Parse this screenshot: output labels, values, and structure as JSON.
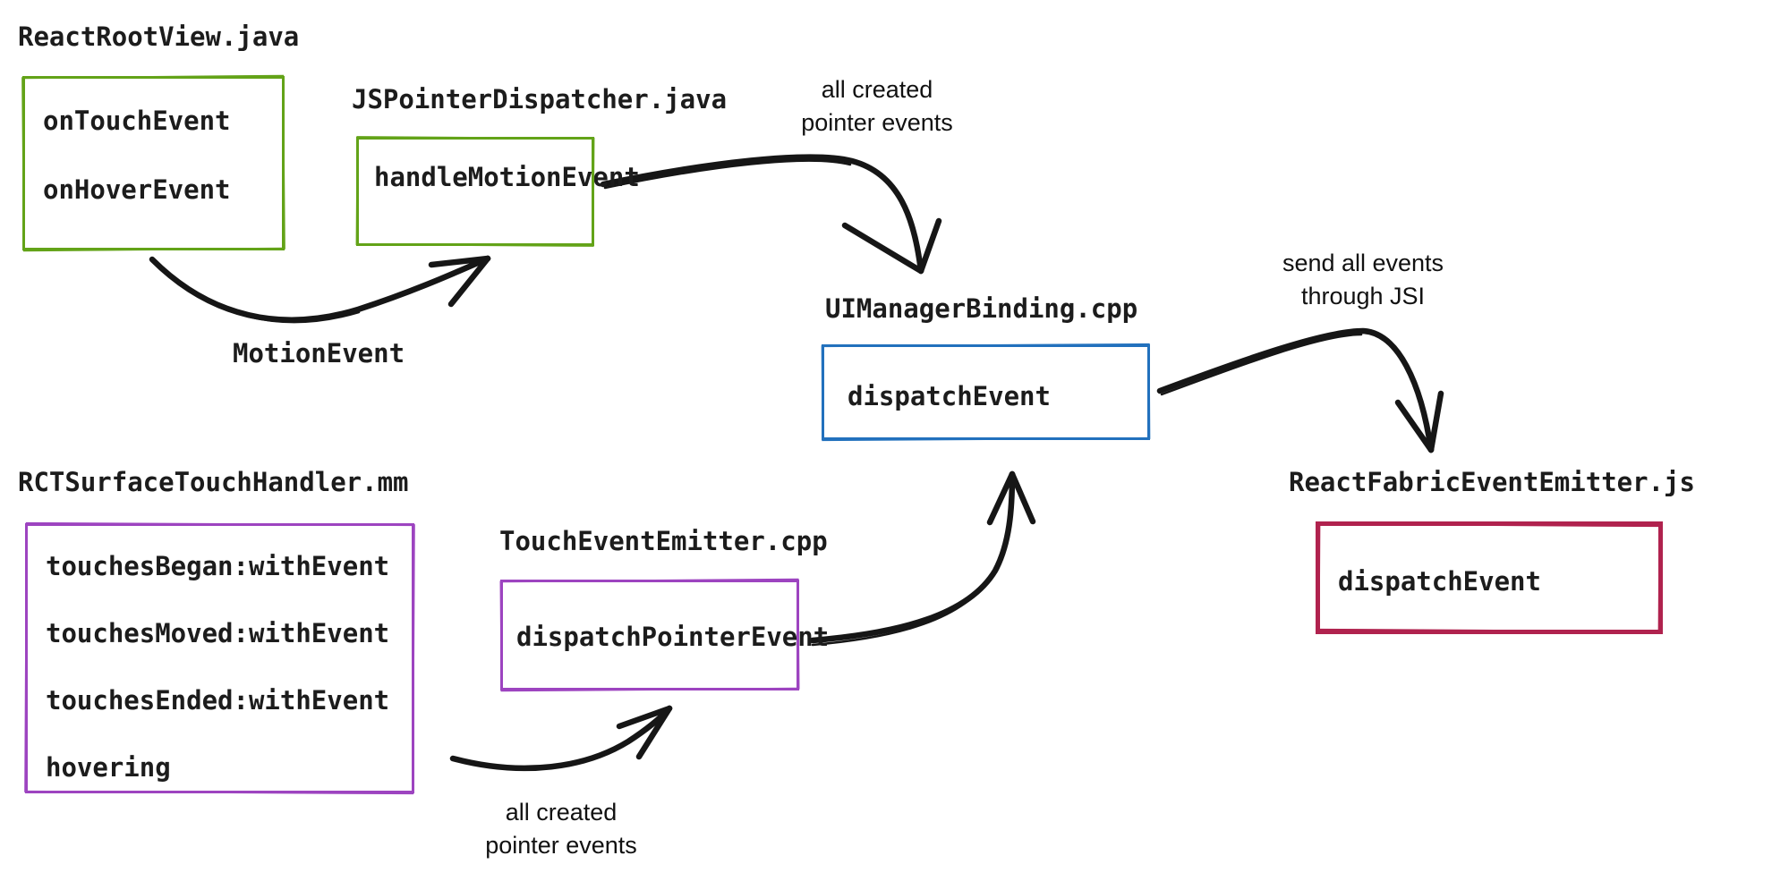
{
  "colors": {
    "green": "#63a318",
    "blue": "#2271bd",
    "purple": "#9d44c0",
    "red": "#b0224e",
    "ink": "#161616"
  },
  "nodes": {
    "reactRootView": {
      "title": "ReactRootView.java",
      "methods": [
        "onTouchEvent",
        "onHoverEvent"
      ]
    },
    "jsPointerDispatcher": {
      "title": "JSPointerDispatcher.java",
      "methods": [
        "handleMotionEvent"
      ]
    },
    "uiManagerBinding": {
      "title": "UIManagerBinding.cpp",
      "methods": [
        "dispatchEvent"
      ]
    },
    "rctSurfaceTouchHandler": {
      "title": "RCTSurfaceTouchHandler.mm",
      "methods": [
        "touchesBegan:withEvent",
        "touchesMoved:withEvent",
        "touchesEnded:withEvent",
        "hovering"
      ]
    },
    "touchEventEmitter": {
      "title": "TouchEventEmitter.cpp",
      "methods": [
        "dispatchPointerEvent"
      ]
    },
    "reactFabricEventEmitter": {
      "title": "ReactFabricEventEmitter.js",
      "methods": [
        "dispatchEvent"
      ]
    }
  },
  "edges": {
    "motionEvent": {
      "label": "MotionEvent"
    },
    "androidPointerEvents": {
      "line1": "all created",
      "line2": "pointer events"
    },
    "jsi": {
      "line1": "send all events",
      "line2": "through JSI"
    },
    "iosPointerEvents": {
      "line1": "all created",
      "line2": "pointer events"
    }
  }
}
